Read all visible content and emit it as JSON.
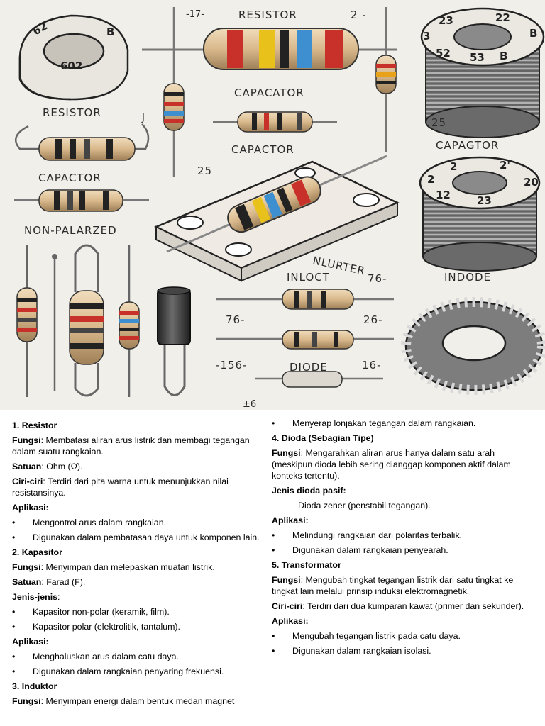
{
  "illustration": {
    "labels": {
      "resistor_top": "RESISTOR",
      "resistor_left": "RESISTOR",
      "capacator_mid": "CAPACATOR",
      "capactor_mid": "CAPACTOR",
      "capactor_left": "CAPACTOR",
      "non_palarized": "NON-PALARZED",
      "capagtor_right": "CAPAGTOR",
      "nlurter": "NLURTER",
      "inloct": "INLOCT",
      "indode": "INDODE",
      "diode": "DIODE",
      "mark_17": "-17-",
      "mark_2": "2 -",
      "mark_25_left": "25",
      "mark_25_right": "25",
      "mark_j": "J",
      "mark_76_top": "76-",
      "mark_76_left": "76-",
      "mark_26": "26-",
      "mark_156": "-156-",
      "mark_16": "16-",
      "mark_small": "±6"
    },
    "ring_top_numbers": [
      "23",
      "22",
      "B",
      "52",
      "53",
      "B",
      "3"
    ],
    "ring_mid_numbers": [
      "2",
      "2'",
      "20",
      "12",
      "23",
      "2"
    ],
    "ring_left_numbers": [
      "62",
      "602",
      "B"
    ]
  },
  "left_column": {
    "s1_title": "1. Resistor",
    "s1_fungsi_label": "Fungsi",
    "s1_fungsi_text": ": Membatasi aliran arus listrik dan membagi tegangan dalam suatu rangkaian.",
    "s1_satuan_label": "Satuan",
    "s1_satuan_text": ": Ohm (Ω).",
    "s1_ciri_label": "Ciri-ciri",
    "s1_ciri_text": ": Terdiri dari pita warna untuk menunjukkan nilai resistansinya.",
    "s1_aplikasi_label": "Aplikasi",
    "s1_aplikasi_colon": ":",
    "s1_bullet1": "Mengontrol arus dalam rangkaian.",
    "s1_bullet2": "Digunakan dalam pembatasan daya untuk komponen lain.",
    "s2_title": "2. Kapasitor",
    "s2_fungsi_label": "Fungsi",
    "s2_fungsi_text": ": Menyimpan dan melepaskan muatan listrik.",
    "s2_satuan_label": "Satuan",
    "s2_satuan_text": ": Farad (F).",
    "s2_jenis_label": "Jenis-jenis",
    "s2_jenis_colon": ":",
    "s2_bullet1": "Kapasitor non-polar (keramik, film).",
    "s2_bullet2": "Kapasitor polar (elektrolitik, tantalum).",
    "s2_aplikasi_label": "Aplikasi",
    "s2_aplikasi_colon": ":",
    "s2_bullet3": "Menghaluskan arus dalam catu daya.",
    "s2_bullet4": "Digunakan dalam rangkaian penyaring frekuensi.",
    "s3_title": "3. Induktor",
    "s3_fungsi_label": "Fungsi",
    "s3_fungsi_text": ": Menyimpan energi dalam bentuk medan magnet"
  },
  "right_column": {
    "s3_bullet_cont": "Menyerap lonjakan tegangan dalam rangkaian.",
    "s4_title": "4. Dioda (Sebagian Tipe)",
    "s4_fungsi_label": "Fungsi",
    "s4_fungsi_text": ": Mengarahkan aliran arus hanya dalam satu arah (meskipun dioda lebih sering dianggap komponen aktif dalam konteks tertentu).",
    "s4_jenis_label": "Jenis dioda pasif",
    "s4_jenis_colon": ":",
    "s4_jenis_item": "Dioda zener (penstabil tegangan).",
    "s4_aplikasi_label": "Aplikasi",
    "s4_aplikasi_colon": ":",
    "s4_bullet1": "Melindungi rangkaian dari polaritas terbalik.",
    "s4_bullet2": "Digunakan dalam rangkaian penyearah.",
    "s5_title": "5. Transformator",
    "s5_fungsi_label": "Fungsi",
    "s5_fungsi_text": ": Mengubah tingkat tegangan listrik dari satu tingkat ke tingkat lain melalui prinsip induksi elektromagnetik.",
    "s5_ciri_label": "Ciri-ciri",
    "s5_ciri_text": ": Terdiri dari dua kumparan kawat (primer dan sekunder).",
    "s5_aplikasi_label": "Aplikasi",
    "s5_aplikasi_colon": ":",
    "s5_bullet1": "Mengubah tegangan listrik pada catu daya.",
    "s5_bullet2": "Digunakan dalam rangkaian isolasi."
  },
  "bullet_symbol": "•",
  "colors": {
    "illustration_bg": "#f1efea",
    "resistor_body": "#d9b98c",
    "band_red": "#c8302a",
    "band_yellow": "#e8c21a",
    "band_blue": "#3d8fd0",
    "band_black": "#222222",
    "metal": "#8a8a8a"
  }
}
